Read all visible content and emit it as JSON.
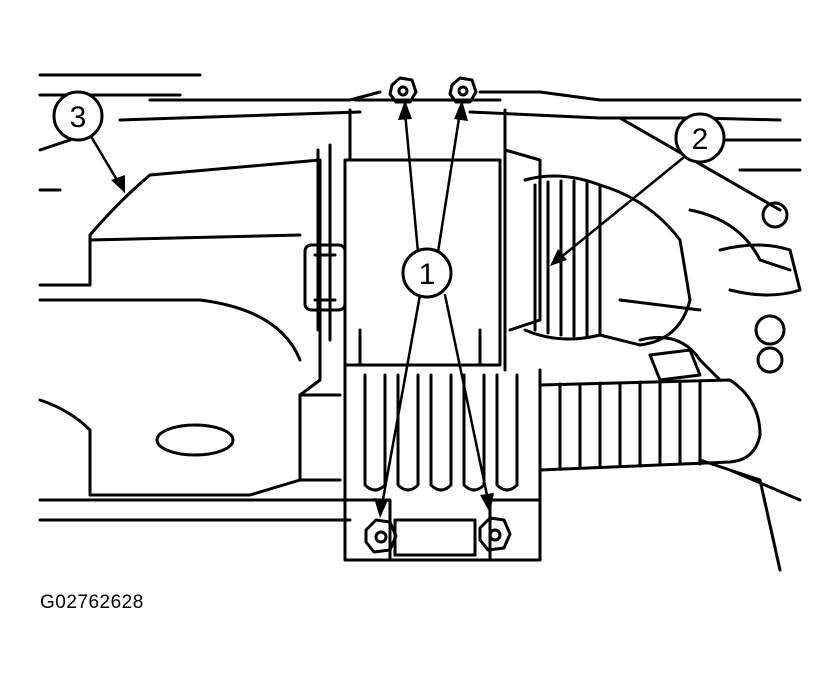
{
  "callouts": {
    "c1": "1",
    "c2": "2",
    "c3": "3"
  },
  "figure_id": "G02762628",
  "colors": {
    "ink": "#000000",
    "paper": "#ffffff"
  }
}
